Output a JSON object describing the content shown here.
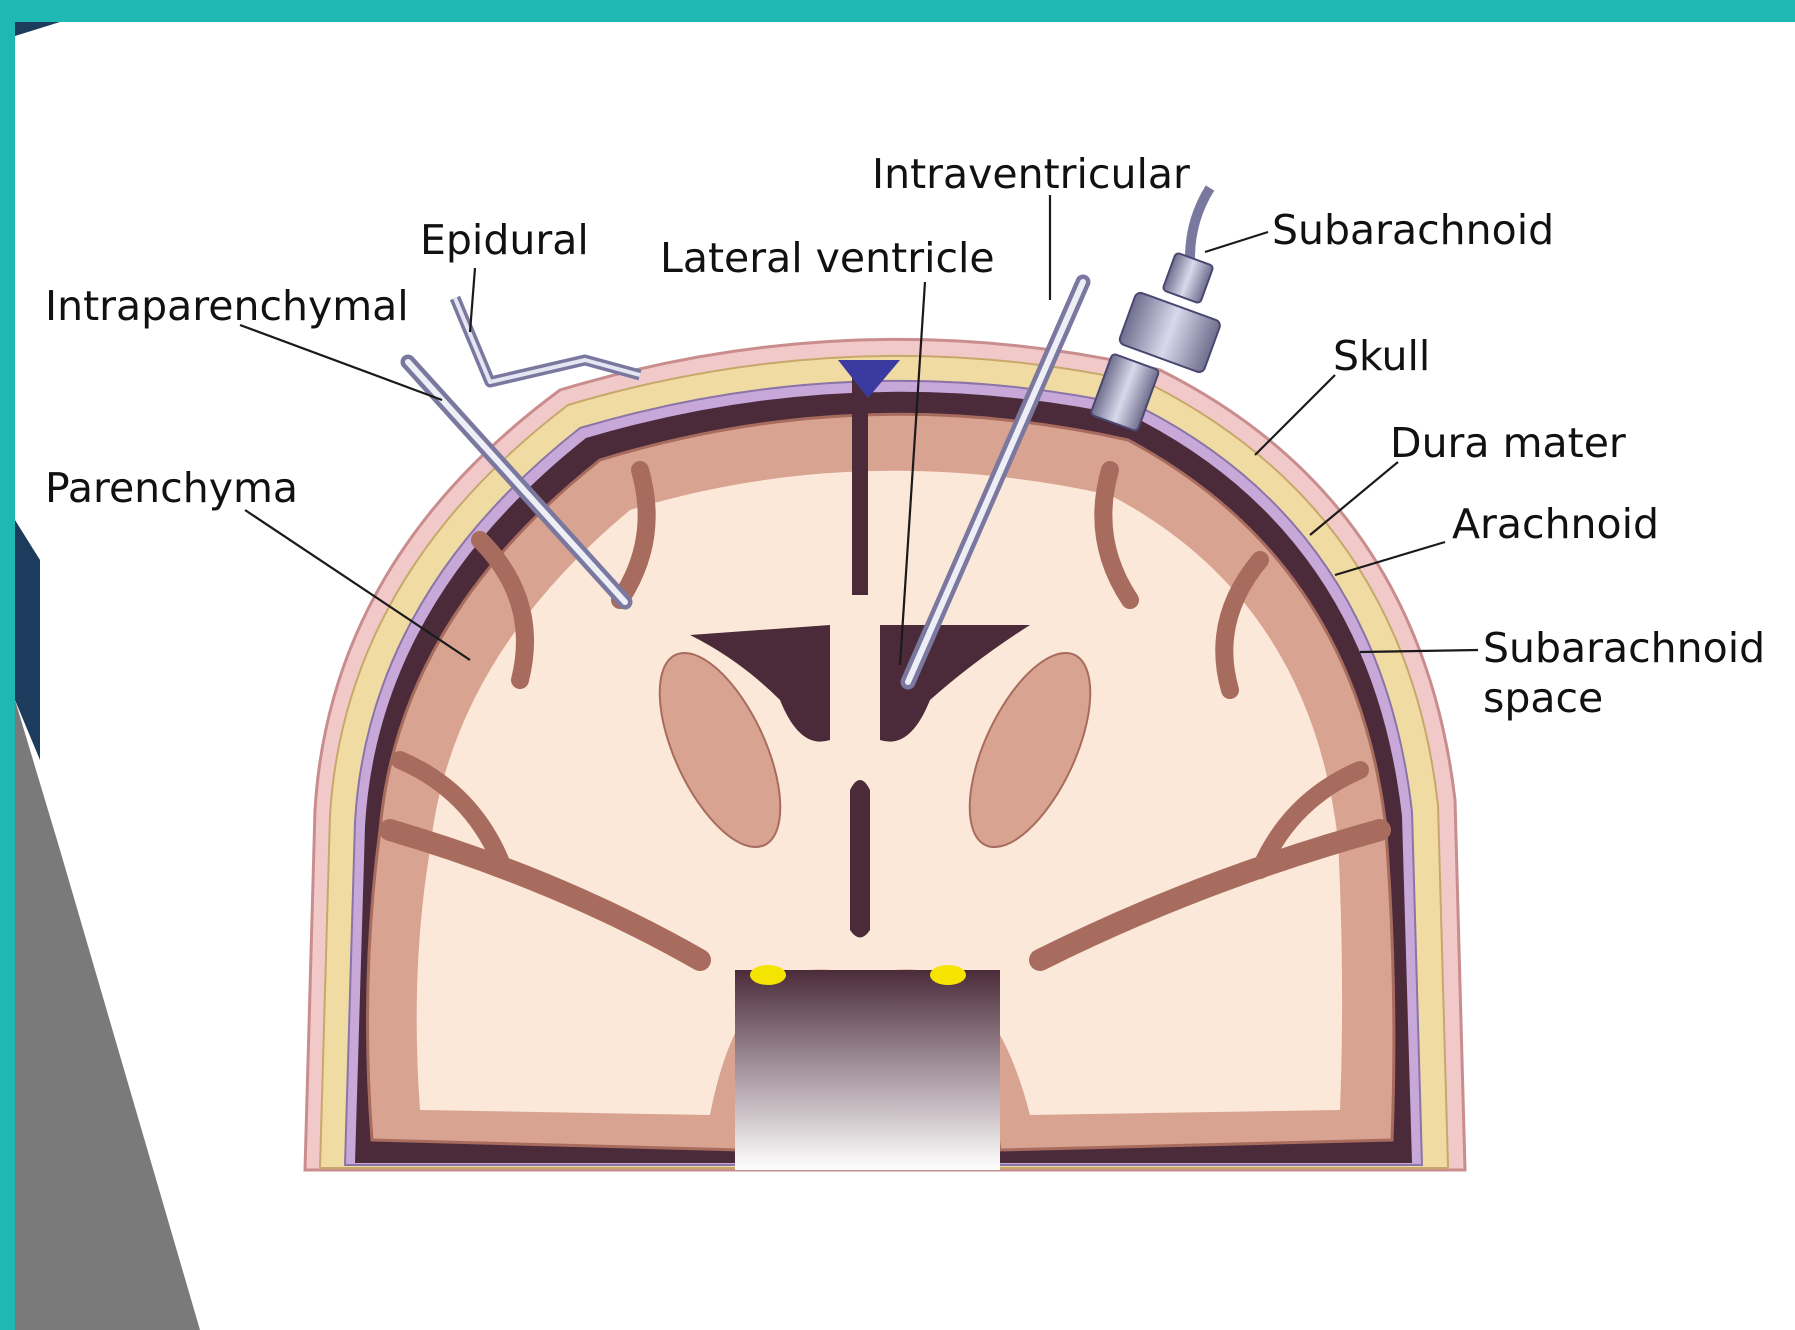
{
  "colors": {
    "frame_teal": "#1fb8b2",
    "panel": "#ffffff",
    "accent_gray": "#7a7a7a",
    "accent_navy": "#1d3b5c",
    "skull": "#f0dca2",
    "cortex": "#d9a392",
    "white_matter": "#fbe8d8",
    "csf_dark": "#4b2b3a",
    "dura": "#c7a8d8"
  },
  "labels": {
    "intraventricular": "Intraventricular",
    "subarachnoid": "Subarachnoid",
    "epidural": "Epidural",
    "lateral_ventricle": "Lateral ventricle",
    "intraparenchymal": "Intraparenchymal",
    "skull": "Skull",
    "dura_mater": "Dura mater",
    "parenchyma": "Parenchyma",
    "arachnoid": "Arachnoid",
    "subarachnoid_space_1": "Subarachnoid",
    "subarachnoid_space_2": "space"
  }
}
